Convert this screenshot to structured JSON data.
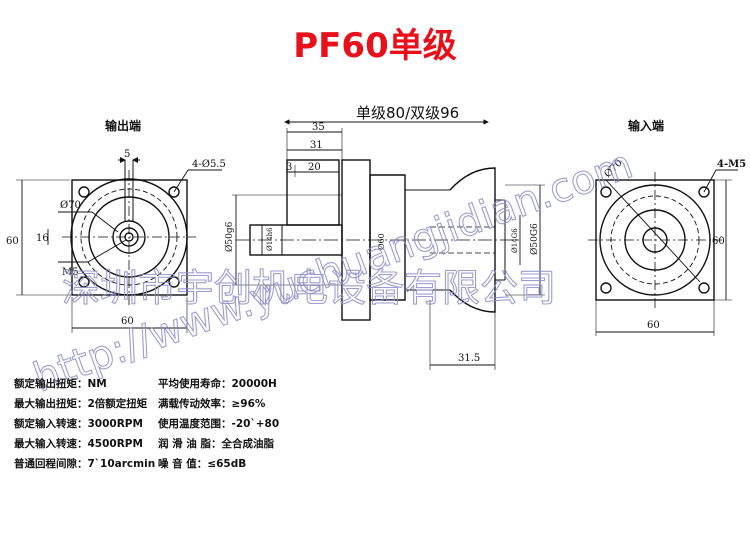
{
  "title": "PF60单级",
  "views": {
    "output_label": "输出端",
    "input_label": "输入端",
    "length_label": "单级80/双级96"
  },
  "dims": {
    "d5_top": "5",
    "d4_055": "4-Ø5.5",
    "d_o70": "Ø70",
    "d60_left": "60",
    "d16": "16",
    "dm5": "M5",
    "d60_bottom": "60",
    "d35": "35",
    "d31": "31",
    "d3": "3",
    "d20": "20",
    "d50g6": "Ø50g6",
    "d14h6": "Ø14h6",
    "d60_side": "Ø60",
    "d14g6": "Ø14G6",
    "d50g6_right": "Ø50G6",
    "d315": "31.5",
    "d70_diag": "Ø70",
    "d4m5": "4-M5",
    "d60_in_right": "60",
    "d60_in_bottom": "60"
  },
  "specs": [
    {
      "label": "额定输出扭矩：",
      "value": "NM"
    },
    {
      "label": "最大输出扭矩：",
      "value": "2倍额定扭矩"
    },
    {
      "label": "额定输入转速：",
      "value": "3000RPM"
    },
    {
      "label": "最大输入转速：",
      "value": "4500RPM"
    },
    {
      "label": "普通回程间隙：",
      "value": "7`10arcmin"
    },
    {
      "label": "平均使用寿命：",
      "value": "20000H"
    },
    {
      "label": "满载传动效率：",
      "value": "≥96%"
    },
    {
      "label": "使用温度范围：",
      "value": "-20`+80"
    },
    {
      "label": "润  滑  油  脂：",
      "value": "全合成油脂"
    },
    {
      "label": "噪      音   值：",
      "value": "≤65dB"
    }
  ],
  "watermarks": {
    "url": "http://www.yuchuangjidian.com",
    "company": "深圳市宇创机电设备有限公司"
  },
  "colors": {
    "title": "#e8101a",
    "watermark": "#8e8ec8",
    "line": "#111111"
  }
}
